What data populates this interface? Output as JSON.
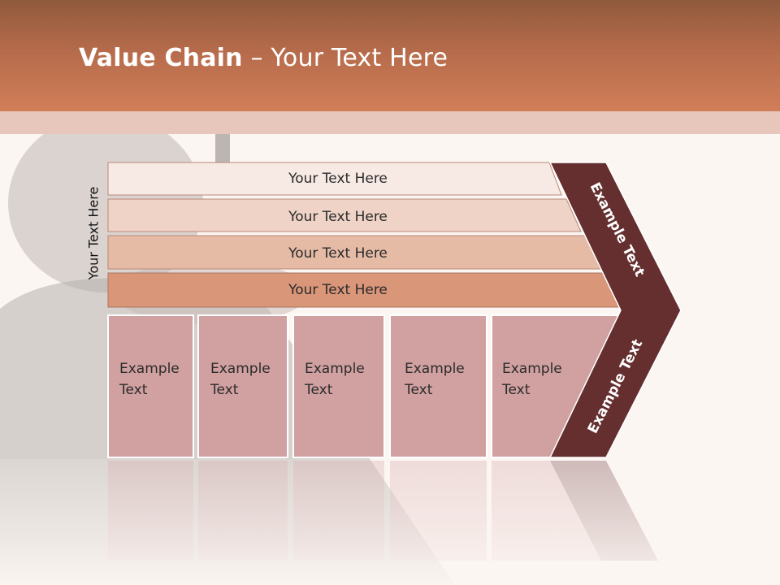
{
  "slide": {
    "title_bold": "Value Chain",
    "title_rest": " – Your Text Here",
    "side_label": "Your Text Here"
  },
  "support_rows": [
    {
      "label": "Your Text Here",
      "color": "#f7e9e4"
    },
    {
      "label": "Your Text Here",
      "color": "#efd3c6"
    },
    {
      "label": "Your Text Here",
      "color": "#e6bba6"
    },
    {
      "label": "Your Text Here",
      "color": "#d99679"
    }
  ],
  "primary_boxes": [
    {
      "line1": "Example",
      "line2": "Text"
    },
    {
      "line1": "Example",
      "line2": "Text"
    },
    {
      "line1": "Example",
      "line2": "Text"
    },
    {
      "line1": "Example",
      "line2": "Text"
    },
    {
      "line1": "Example",
      "line2": "Text"
    }
  ],
  "margin_chevron": {
    "upper_label": "Example Text",
    "lower_label": "Example Text",
    "color": "#652f2f"
  },
  "colors": {
    "header": "#c7744f",
    "box_fill": "#d1a0a0",
    "box_border": "#ffffff"
  }
}
